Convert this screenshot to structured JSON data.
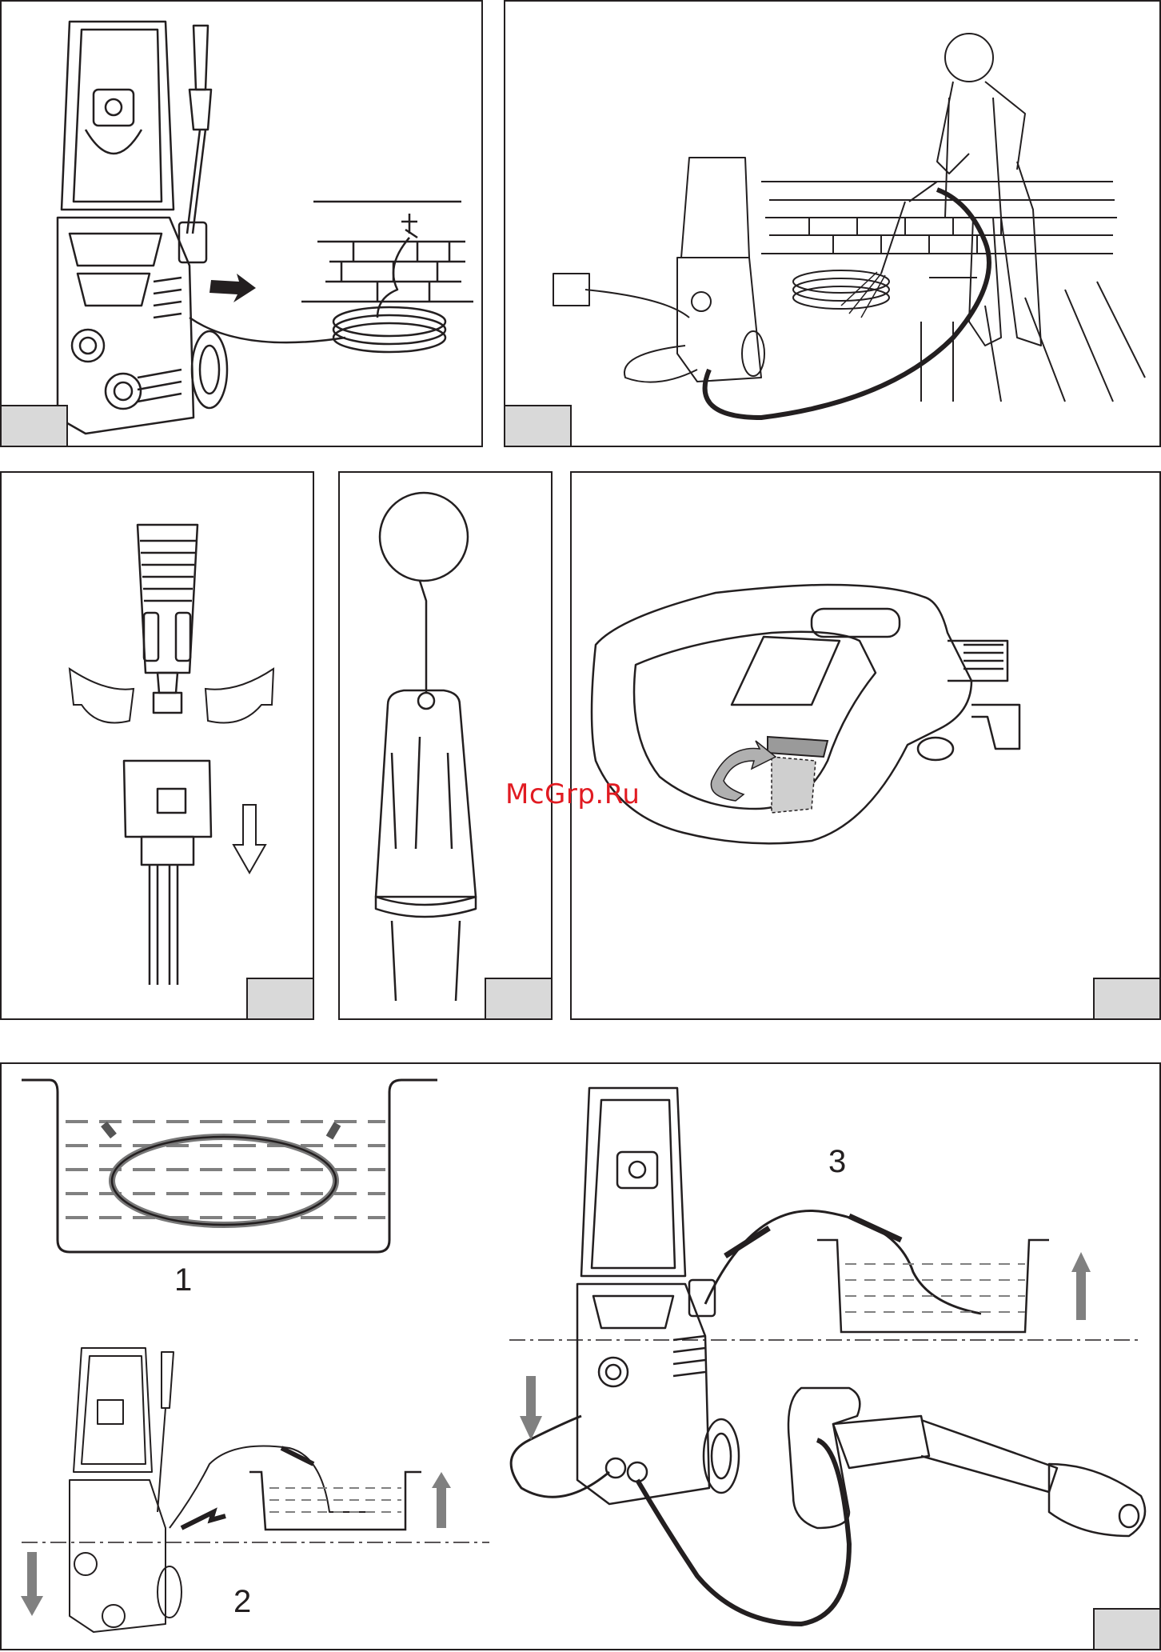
{
  "watermark": {
    "text": "McGrp.Ru",
    "color": "#e11b22"
  },
  "panels": {
    "p1": {
      "name": "machine-water-connection"
    },
    "p2": {
      "name": "operator-spraying"
    },
    "p3": {
      "name": "nozzle-removal"
    },
    "p4": {
      "name": "nozzle-cleaning-needle"
    },
    "p5": {
      "name": "trigger-lock"
    },
    "p6": {
      "name": "priming-procedure"
    }
  },
  "steps": {
    "step1": "1",
    "step2": "2",
    "step3": "3"
  },
  "colors": {
    "line": "#231f20",
    "tab": "#d9d9d9",
    "arrow": "#808080",
    "water_dash": "#808080"
  },
  "icons": {
    "arrow_black": "arrow-right-black-icon",
    "arrow_grey_up": "arrow-up-grey-icon",
    "arrow_grey_down": "arrow-down-grey-icon",
    "rotate": "rotate-arrows-icon"
  }
}
